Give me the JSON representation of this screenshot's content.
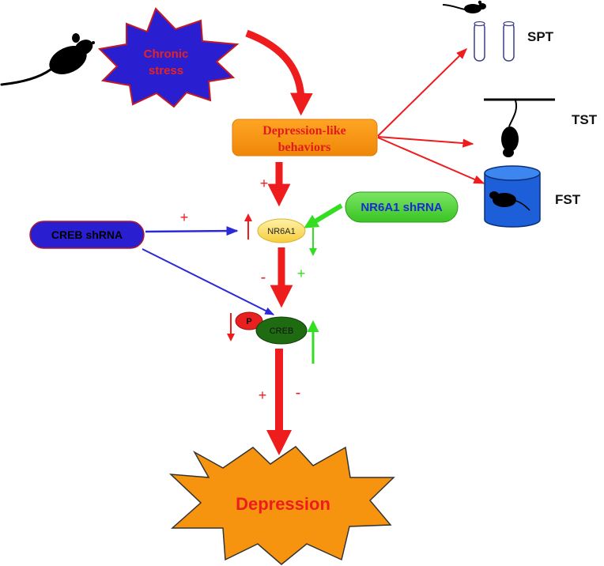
{
  "nodes": {
    "chronic_stress": {
      "line1": "Chronic",
      "line2": "stress"
    },
    "depression_like": {
      "line1": "Depression-like",
      "line2": "behaviors"
    },
    "nr6a1": "NR6A1",
    "nr6a1_shrna": "NR6A1 shRNA",
    "creb_shrna": "CREB shRNA",
    "creb": "CREB",
    "phospho": "P",
    "depression": "Depression"
  },
  "tests": {
    "spt": "SPT",
    "tst": "TST",
    "fst": "FST"
  },
  "signs": {
    "plus_upper": "+",
    "plus_crebshrna": "+",
    "minus_mid": "-",
    "plus_mid": "+",
    "plus_lower": "+",
    "minus_lower": "-"
  },
  "colors": {
    "red": "#ee1c1c",
    "stress_fill": "#2a1fd0",
    "stress_text": "#e8231d",
    "orange": "#f7940f",
    "nr6a1_fill": "#f7d654",
    "green_fill": "#4ed13a",
    "blue_text": "#1a2ad6",
    "creb_shrna_fill": "#2a1fd0",
    "creb_fill": "#1f6b12",
    "bright_green": "#33dd22",
    "fst_blue": "#1c5fd8"
  },
  "icons": [
    "mouse-icon",
    "bottle-icon",
    "tail-suspension-icon",
    "swim-tank-icon"
  ]
}
